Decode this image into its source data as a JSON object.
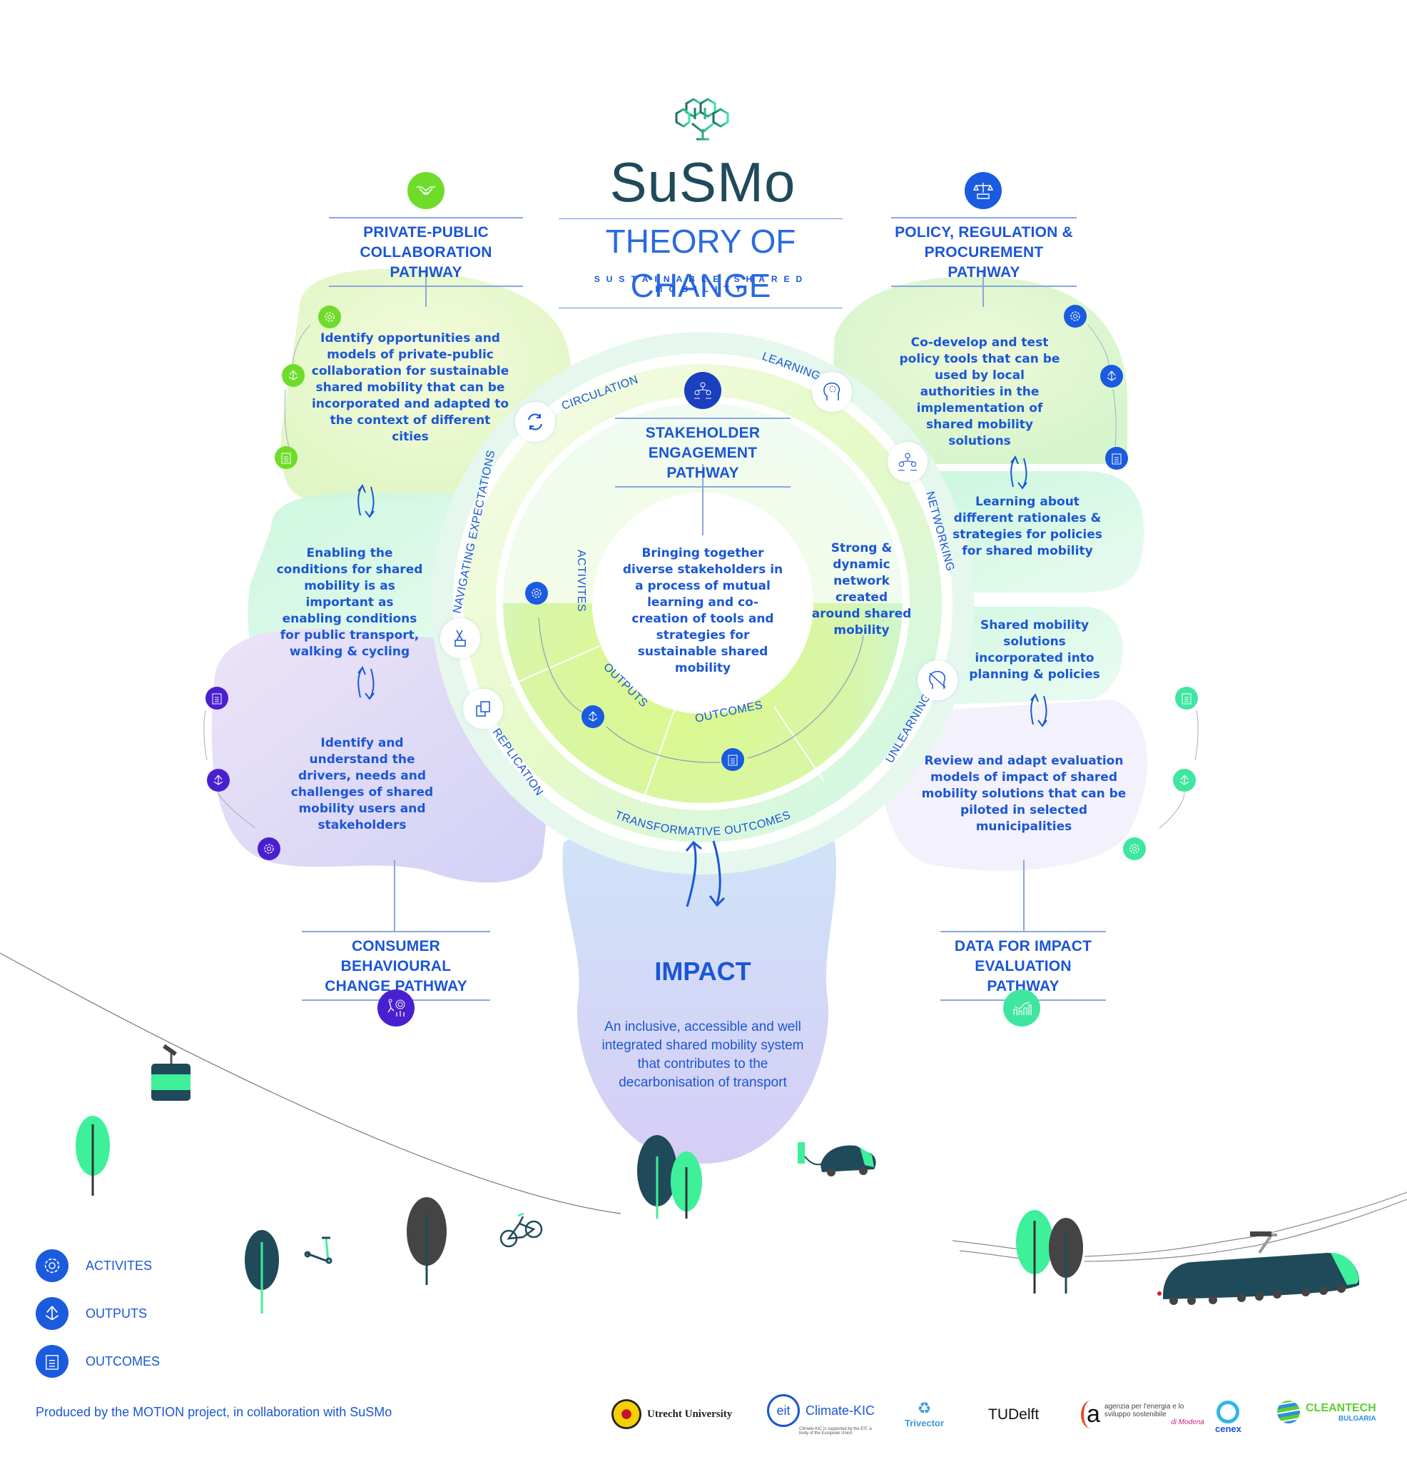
{
  "header": {
    "brand": "SuSMo",
    "title": "THEORY OF CHANGE",
    "subtitle": "SUSTAINABLE SHARED MOBILITY",
    "logo_icon": "tree-hexagon-icon"
  },
  "colors": {
    "primary_blue": "#1a56d6",
    "brand_dark": "#1f4a5a",
    "green": "#6fdc2a",
    "royal_blue": "#1a5be0",
    "purple": "#4a1fd0",
    "mint": "#3ee6a0"
  },
  "pathways": {
    "private_public": {
      "title_line1": "PRIVATE-PUBLIC",
      "title_line2": "COLLABORATION PATHWAY",
      "icon": "handshake-icon",
      "color": "#6fdc2a",
      "activity": "Identify opportunities and models of private-public collaboration for sustainable shared mobility that can be incorporated and adapted to the context of different cities",
      "outcome": "Enabling the conditions for shared mobility is as important as enabling conditions for public transport, walking & cycling"
    },
    "policy": {
      "title_line1": "POLICY, REGULATION &",
      "title_line2": "PROCUREMENT PATHWAY",
      "icon": "scales-icon",
      "color": "#1a5be0",
      "activity": "Co-develop and test policy tools that can be used by local authorities in the implementation of shared mobility solutions",
      "output": "Learning about different rationales & strategies for policies for shared mobility",
      "outcome": "Shared mobility solutions incorporated into planning & policies"
    },
    "stakeholder": {
      "title_line1": "STAKEHOLDER",
      "title_line2": "ENGAGEMENT PATHWAY",
      "icon": "network-people-icon",
      "activity": "Bringing together diverse stakeholders in a process of mutual learning and co-creation of tools and strategies for sustainable shared mobility",
      "outcome": "Strong & dynamic network created around shared mobility"
    },
    "consumer": {
      "title_line1": "CONSUMER BEHAVIOURAL",
      "title_line2": "CHANGE PATHWAY",
      "icon": "runner-target-icon",
      "color": "#4a1fd0",
      "activity": "Identify and understand the drivers, needs and challenges of shared mobility users and stakeholders"
    },
    "data": {
      "title_line1": "DATA FOR IMPACT",
      "title_line2": "EVALUATION PATHWAY",
      "icon": "bar-line-chart-icon",
      "color": "#3ee6a0",
      "activity": "Review and adapt evaluation models of impact of shared mobility solutions that can be piloted in selected municipalities"
    }
  },
  "ring": {
    "outer_labels": {
      "circulation": "CIRCULATION",
      "learning": "LEARNING",
      "networking": "NETWORKING",
      "unlearning": "UNLEARNING",
      "transformative": "TRANSFORMATIVE OUTCOMES",
      "replication": "REPLICATION",
      "navigating": "NAVIGATING EXPECTATIONS"
    },
    "inner_labels": {
      "activites": "ACTIVITES",
      "outputs": "OUTPUTS",
      "outcomes": "OUTCOMES"
    }
  },
  "impact": {
    "title": "IMPACT",
    "text_line1": "An inclusive, accessible and well",
    "text_line2": "integrated shared mobility system",
    "text_line3": "that contributes to the",
    "text_line4": "decarbonisation of transport"
  },
  "legend": [
    {
      "icon": "gear-icon",
      "label": "ACTIVITES"
    },
    {
      "icon": "diverging-arrows-icon",
      "label": "OUTPUTS"
    },
    {
      "icon": "clipboard-icon",
      "label": "OUTCOMES"
    }
  ],
  "footer": {
    "credit": "Produced by the MOTION project, in collaboration with SuSMo",
    "partners": {
      "utrecht": "Utrecht University",
      "climate_kic": "Climate-KIC",
      "climate_kic_eit": "eit",
      "climate_kic_note": "Climate-KIC is supported by the EIT, a body of the European Union",
      "trivector": "Trivector",
      "tudelft": "TUDelft",
      "aess": "agenzia per l'energia e lo sviluppo sostenibile",
      "aess_sub": "di Modena",
      "cenex": "cenex",
      "cleantech": "CLEANTECH",
      "cleantech_sub": "BULGARIA"
    }
  }
}
